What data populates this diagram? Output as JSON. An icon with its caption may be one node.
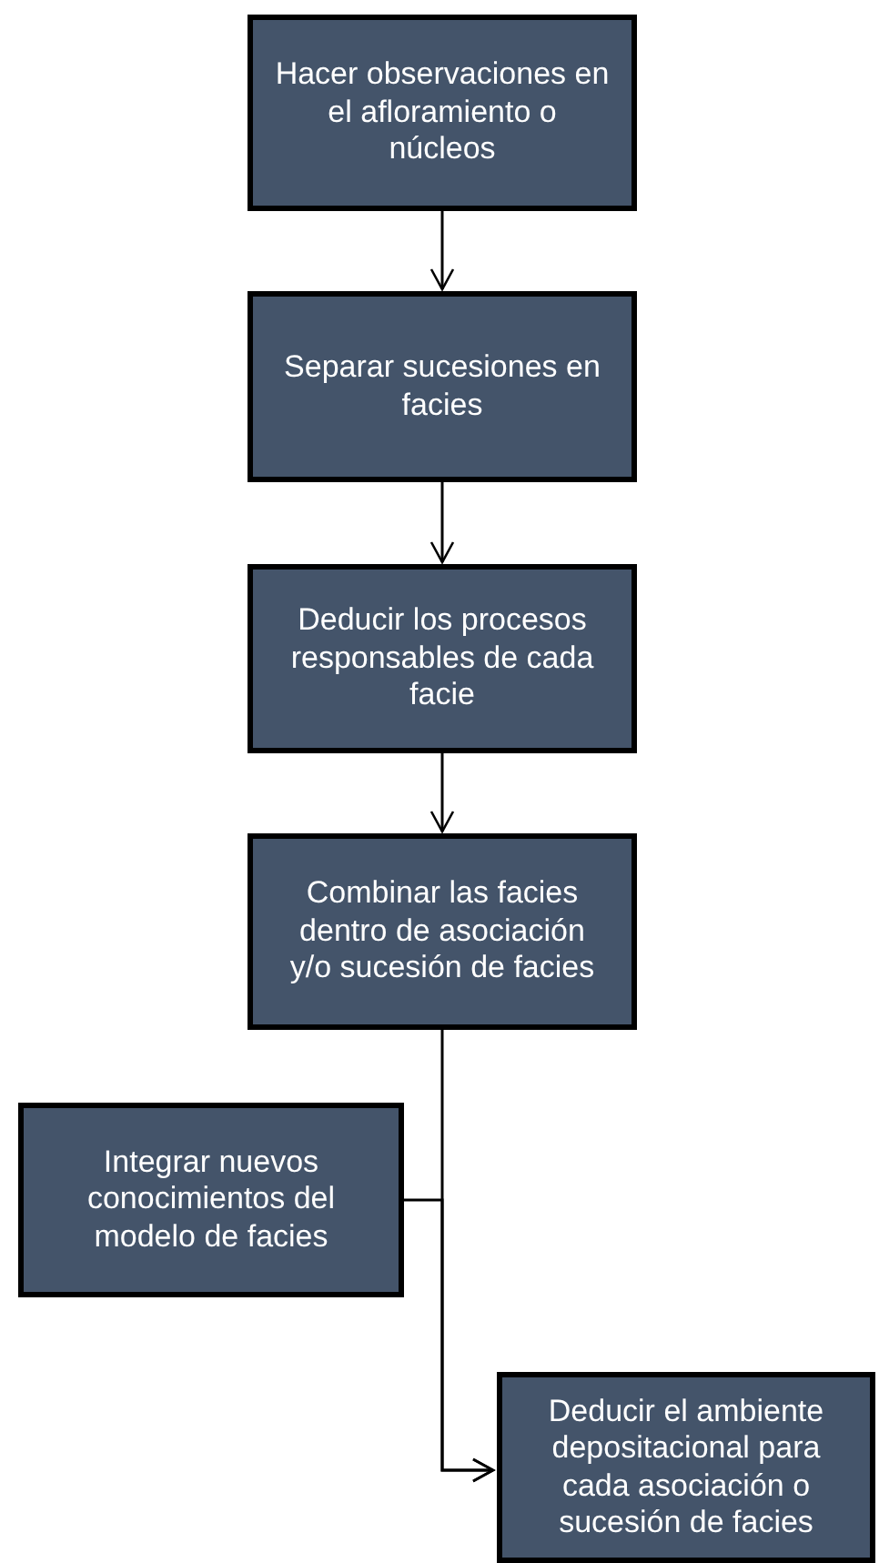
{
  "diagram": {
    "nodes": [
      {
        "text": [
          "Hacer observaciones en el afloramiento o núcleos"
        ]
      },
      {
        "text": [
          "Separar sucesiones en facies"
        ]
      },
      {
        "text": [
          "Deducir los procesos responsables de cada facie"
        ]
      },
      {
        "text": [
          "Combinar las facies dentro de asociación y/o sucesión de facies"
        ]
      },
      {
        "text": [
          "Integrar nuevos conocimientos del modelo de facies"
        ]
      },
      {
        "text": [
          "Deducir el ambiente depositacional para cada asociación o sucesión de facies"
        ]
      }
    ],
    "edges": [
      {
        "from": 0,
        "to": 1,
        "arrow": "to"
      },
      {
        "from": 1,
        "to": 2,
        "arrow": "to"
      },
      {
        "from": 2,
        "to": 3,
        "arrow": "to"
      },
      {
        "from": 3,
        "to": 5,
        "arrow": "to"
      },
      {
        "from": 4,
        "to": 5,
        "arrow": "to"
      }
    ]
  }
}
